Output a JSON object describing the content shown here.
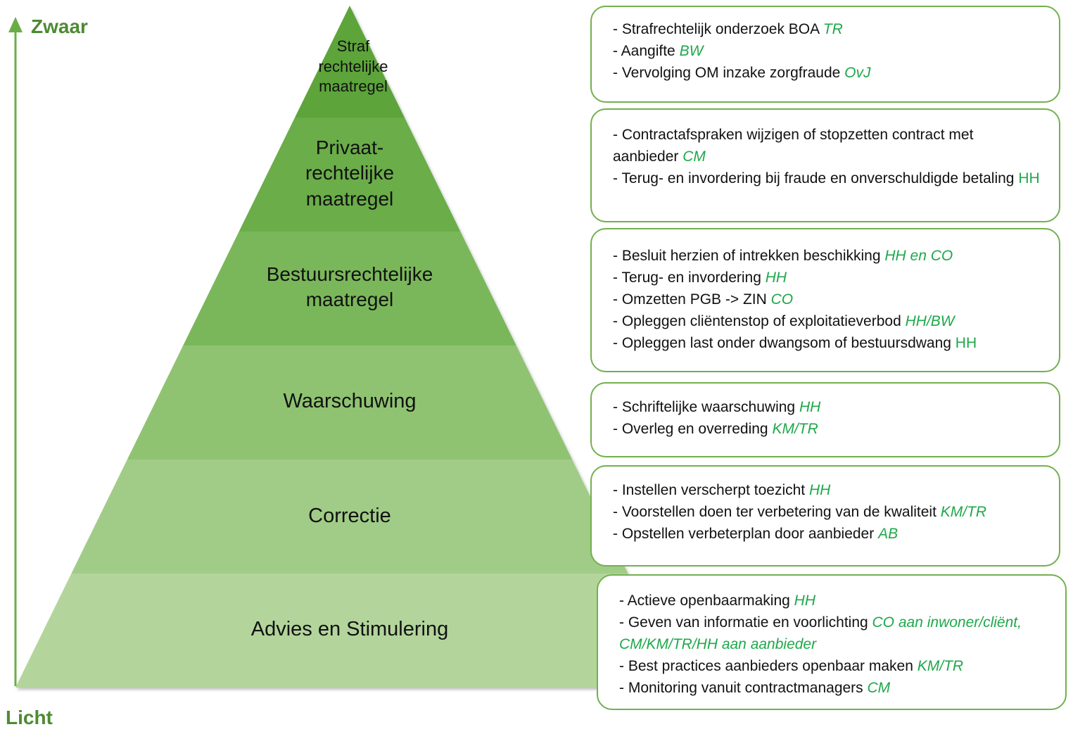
{
  "axis": {
    "top_label": "Zwaar",
    "bottom_label": "Licht",
    "color": "#4e8a34"
  },
  "pyramid": {
    "tiers": [
      {
        "label": "Straf rechtelijke maatregel",
        "lines": [
          "Straf",
          "rechtelijke",
          "maatregel"
        ],
        "color": "#5da43b"
      },
      {
        "label": "Privaat-rechtelijke maatregel",
        "lines": [
          "Privaat-",
          "rechtelijke",
          "maatregel"
        ],
        "color": "#6aad48"
      },
      {
        "label": "Bestuursrechtelijke maatregel",
        "lines": [
          "Bestuursrechtelijke",
          "maatregel"
        ],
        "color": "#7ab75a"
      },
      {
        "label": "Waarschuwing",
        "lines": [
          "Waarschuwing"
        ],
        "color": "#8fc371"
      },
      {
        "label": "Correctie",
        "lines": [
          "Correctie"
        ],
        "color": "#a1cc87"
      },
      {
        "label": "Advies en Stimulering",
        "lines": [
          "Advies en Stimulering"
        ],
        "color": "#b3d59c"
      }
    ]
  },
  "boxes": [
    {
      "items": [
        {
          "text": "- Strafrechtelijk onderzoek BOA ",
          "tag": "TR",
          "italic": true
        },
        {
          "text": "- Aangifte ",
          "tag": "BW",
          "italic": true
        },
        {
          "text": "- Vervolging OM inzake zorgfraude ",
          "tag": "OvJ",
          "italic": true
        }
      ]
    },
    {
      "items": [
        {
          "text": "- Contractafspraken wijzigen of stopzetten contract met aanbieder ",
          "tag": "CM",
          "italic": true
        },
        {
          "text": "- Terug- en invordering bij fraude en onverschuldigde betaling ",
          "tag": "HH",
          "italic": false
        }
      ]
    },
    {
      "items": [
        {
          "text": "- Besluit herzien of intrekken beschikking ",
          "tag": "HH en CO",
          "italic": true
        },
        {
          "text": "- Terug- en invordering ",
          "tag": "HH",
          "italic": true
        },
        {
          "text": "- Omzetten PGB -> ZIN ",
          "tag": "CO",
          "italic": true
        },
        {
          "text": "- Opleggen cliëntenstop of exploitatieverbod ",
          "tag": "HH/BW",
          "italic": true
        },
        {
          "text": "- Opleggen last onder dwangsom of bestuursdwang ",
          "tag": "HH",
          "italic": false
        }
      ]
    },
    {
      "items": [
        {
          "text": "- Schriftelijke waarschuwing ",
          "tag": "HH",
          "italic": true
        },
        {
          "text": "- Overleg en overreding ",
          "tag": "KM/TR",
          "italic": true
        }
      ]
    },
    {
      "items": [
        {
          "text": "- Instellen verscherpt toezicht ",
          "tag": "HH",
          "italic": true
        },
        {
          "text": "- Voorstellen doen ter verbetering van de kwaliteit ",
          "tag": "KM/TR",
          "italic": true
        },
        {
          "text": "- Opstellen verbeterplan door aanbieder ",
          "tag": "AB",
          "italic": true
        }
      ]
    },
    {
      "items": [
        {
          "text": "- Actieve openbaarmaking ",
          "tag": "HH",
          "italic": true
        },
        {
          "text": "- Geven van informatie en voorlichting ",
          "tag": "CO aan inwoner/cliënt, CM/KM/TR/HH aan aanbieder",
          "italic": true
        },
        {
          "text": "- Best practices aanbieders openbaar maken ",
          "tag": "KM/TR",
          "italic": true
        },
        {
          "text": "- Monitoring vanuit contractmanagers ",
          "tag": "CM",
          "italic": true
        }
      ]
    }
  ]
}
